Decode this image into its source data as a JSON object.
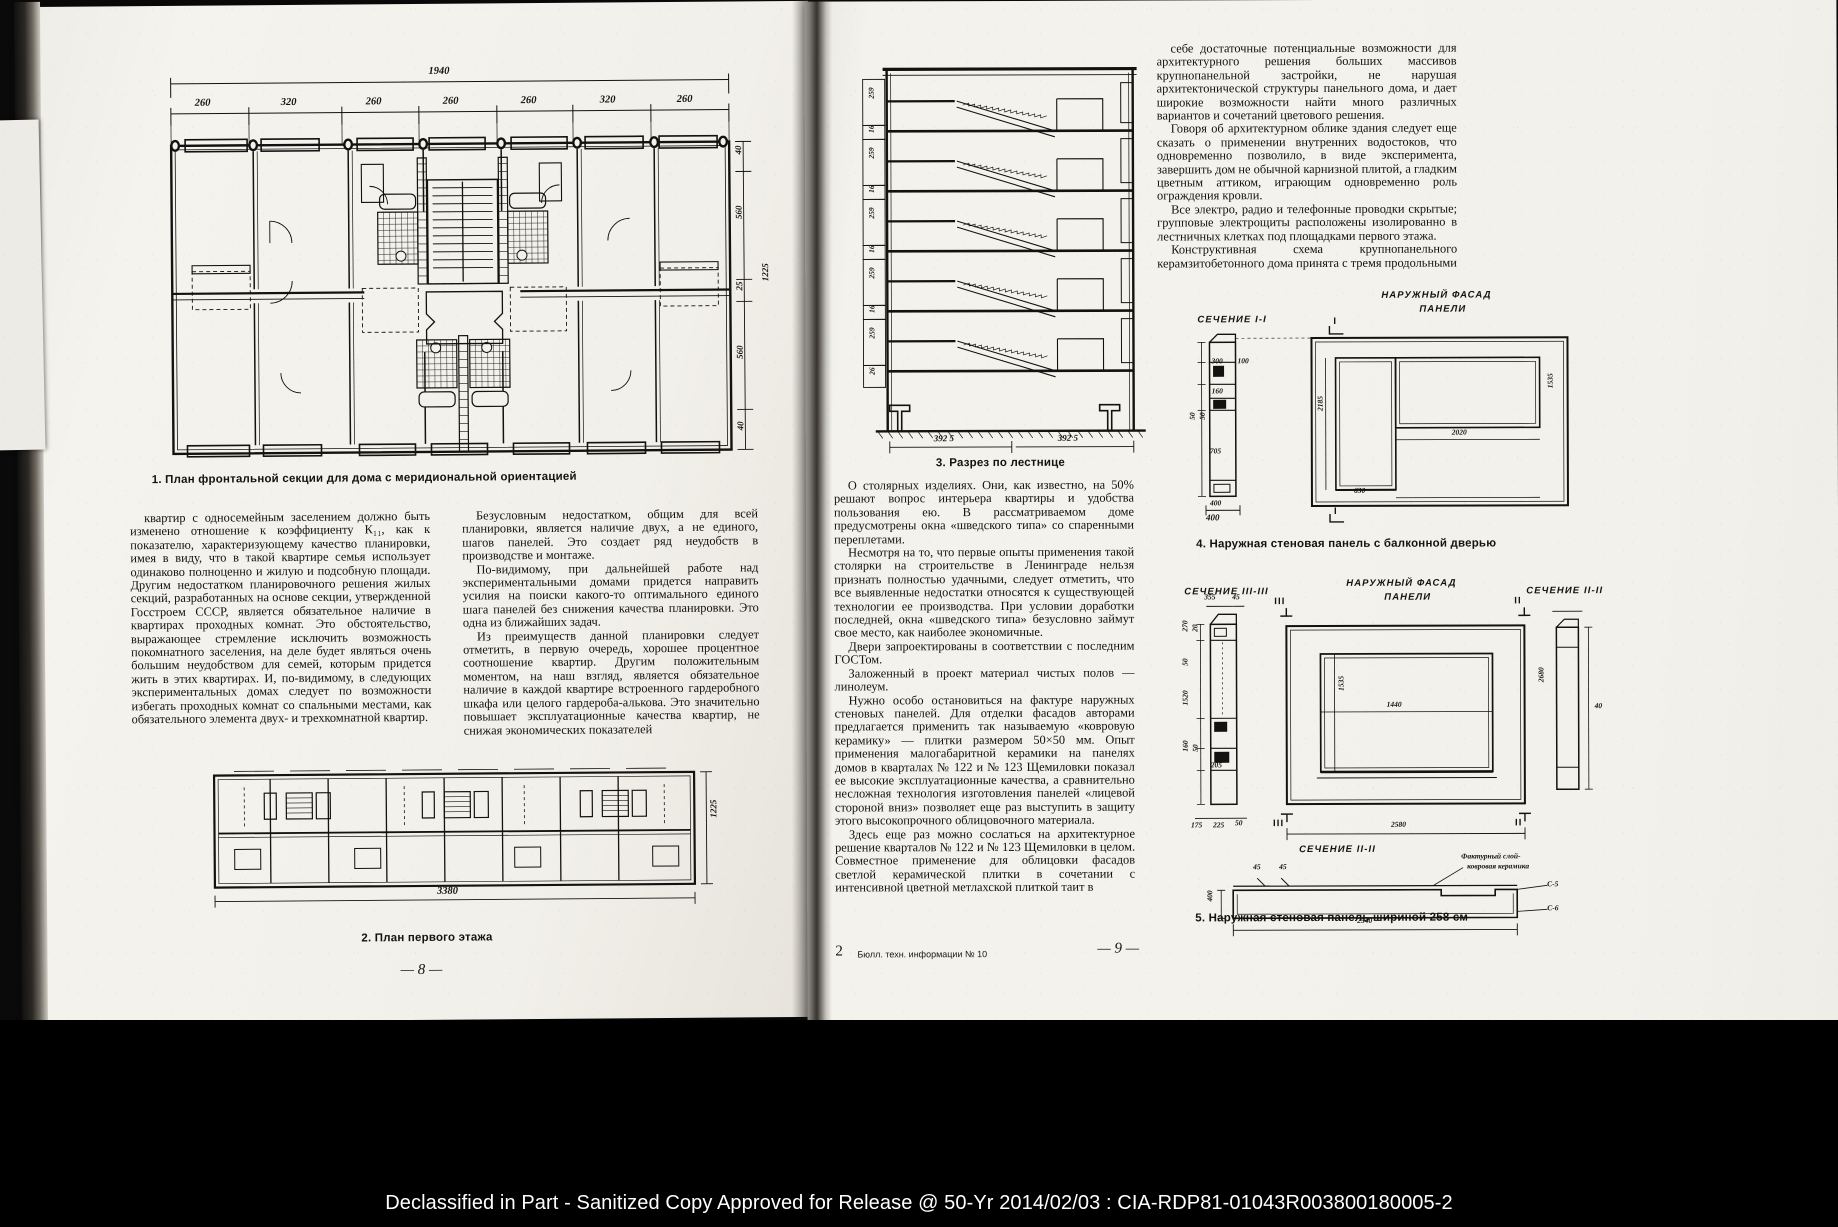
{
  "document": {
    "banner": "Declassified in Part - Sanitized Copy Approved for Release  @ 50-Yr 2014/02/03 : CIA-RDP81-01043R003800180005-2"
  },
  "left_page": {
    "folio": "— 8 —",
    "figure1": {
      "caption": "1. План фронтальной секции для дома с меридиональной ориентацией",
      "overall_width": "1940",
      "top_dims": [
        "260",
        "320",
        "260",
        "260",
        "260",
        "320",
        "260"
      ],
      "right_dims": [
        "40",
        "560",
        "25",
        "1225",
        "560",
        "40"
      ]
    },
    "figure2": {
      "caption": "2. План первого этажа",
      "width_dim": "3380",
      "height_dim": "1225"
    },
    "text_col_left": [
      "квартир с односемейным заселением должно быть изменено отношение к коэффициенту К₁₁, как к показателю, характеризующему качество планировки, имея в виду, что в такой квартире семья использует одинаково полноценно и жилую и подсобную площади. Другим недостатком планировочного решения жилых секций, разработанных на основе секции, утвержденной Госстроем СССР, является обязательное наличие в квартирах проходных комнат. Это обстоятельство, выражающее стремление исключить возможность покомнатного заселения, на деле будет являться очень большим неудобством для семей, которым придется жить в этих квартирах. И, по-видимому, в следующих экспериментальных домах следует по возможности избегать проходных комнат со спальными местами, как обязательного элемента двух- и трехкомнатной квартир."
    ],
    "text_col_right": [
      "Безусловным недостатком, общим для всей планировки, является наличие двух, а не единого, шагов панелей. Это создает ряд неудобств в производстве и монтаже.",
      "По-видимому, при дальнейшей работе над экспериментальными домами придется направить усилия на поиски какого-то оптимального единого шага панелей без снижения качества планировки. Это одна из ближайших задач.",
      "Из преимуществ данной планировки следует отметить, в первую очередь, хорошее процентное соотношение квартир. Другим положительным моментом, на наш взгляд, является обязательное наличие в каждой квартире встроенного гардеробного шкафа или целого гардероба-алькова. Это значительно повышает эксплуатационные качества квартир, не снижая экономических показателей"
    ]
  },
  "right_page": {
    "folio": "— 9 —",
    "signature": "2",
    "running_head": "Бюлл. техн. информации № 10",
    "figure3": {
      "caption": "3. Разрез по лестнице",
      "step_dims": [
        "259",
        "16",
        "259",
        "16",
        "259",
        "16",
        "259",
        "16",
        "259",
        "26"
      ],
      "base_dims": [
        "392 5",
        "392 5"
      ]
    },
    "figure4": {
      "caption": "4. Наружная стеновая панель с балконной дверью",
      "section_label": "СЕЧЕНИЕ I-I",
      "facade_label_line1": "НАРУЖНЫЙ ФАСАД",
      "facade_label_line2": "ПАНЕЛИ",
      "mark_top": "I",
      "mark_bottom": "I",
      "dims": [
        "300",
        "100",
        "160",
        "10",
        "50",
        "50",
        "705",
        "400",
        "2185",
        "1535",
        "2020",
        "630"
      ]
    },
    "figure5": {
      "caption": "5. Наружная стеновая панель шириной 258 см",
      "section_label_left": "СЕЧЕНИЕ III-III",
      "section_label_right": "СЕЧЕНИЕ II-II",
      "section_label_bottom": "СЕЧЕНИЕ II-II",
      "facade_label_line1": "НАРУЖНЫЙ ФАСАД",
      "facade_label_line2": "ПАНЕЛИ",
      "note_line1": "Фактурный слой-",
      "note_line2": "ковровая керамика",
      "marks": [
        "III",
        "II",
        "III",
        "II"
      ],
      "dims": [
        "355",
        "45",
        "270",
        "20",
        "50",
        "1520",
        "160",
        "50",
        "205",
        "175",
        "225",
        "50",
        "1535",
        "1440",
        "2680",
        "2580",
        "400",
        "45",
        "400",
        "45",
        "2540",
        "40"
      ],
      "labels": [
        "С-5",
        "С-6"
      ]
    },
    "text_col_top": [
      "себе достаточные потенциальные возможности для архитектурного решения больших массивов крупнопанельной застройки, не нарушая архитектонической структуры панельного дома, и дает широкие возможности найти много различных вариантов и сочетаний цветового решения.",
      "Говоря об архитектурном облике здания следует еще сказать о применении внутренних водостоков, что одновременно позволило, в виде эксперимента, завершить дом не обычной карнизной плитой, а гладким цветным аттиком, играющим одновременно роль ограждения кровли.",
      "Все электро, радио и телефонные проводки скрытые; групповые электрощиты расположены изолированно в лестничных клетках под площадками первого этажа.",
      "Конструктивная схема крупнопанельного керамзитобетонного дома принята с тремя продольными"
    ],
    "text_col_bottom": [
      "О столярных изделиях. Они, как известно, на 50% решают вопрос интерьера квартиры и удобства пользования ею. В рассматриваемом доме предусмотрены окна «шведского типа» со спаренными переплетами.",
      "Несмотря на то, что первые опыты применения такой столярки на строительстве в Ленинграде нельзя признать полностью удачными, следует отметить, что все выявленные недостатки относятся к существующей технологии ее производства. При условии доработки последней, окна «шведского типа» безусловно займут свое место, как наиболее экономичные.",
      "Двери запроектированы в соответствии с последним ГОСТом.",
      "Заложенный в проект материал чистых полов — линолеум.",
      "Нужно особо остановиться на фактуре наружных стеновых панелей. Для отделки фасадов авторами предлагается применить так называемую «ковровую керамику» — плитки размером 50×50 мм. Опыт применения малогабаритной керамики на панелях домов в кварталах № 122 и № 123 Щемиловки показал ее высокие эксплуатационные качества, а сравнительно несложная технология изготовления панелей «лицевой стороной вниз» позволяет еще раз выступить в защиту этого высокопрочного облицовочного материала.",
      "Здесь еще раз можно сослаться на архитектурное решение кварталов № 122 и № 123 Щемиловки в целом. Совместное применение для облицовки фасадов светлой керамической плитки в сочетании с интенсивной цветной метлахской плиткой таит в"
    ]
  }
}
